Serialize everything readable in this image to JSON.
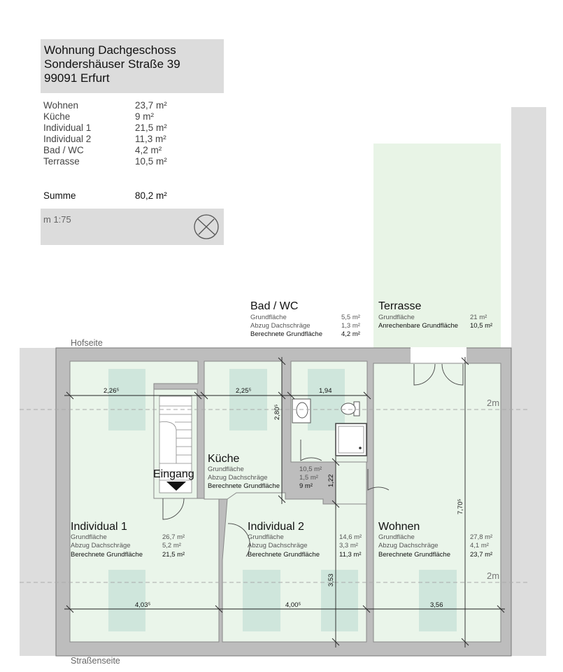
{
  "info": {
    "title_lines": [
      "Wohnung Dachgeschoss",
      "Sondershäuser Straße 39",
      "99091 Erfurt"
    ],
    "areas": [
      {
        "label": "Wohnen",
        "value": "23,7 m²"
      },
      {
        "label": "Küche",
        "value": "9 m²"
      },
      {
        "label": "Individual 1",
        "value": "21,5 m²"
      },
      {
        "label": "Individual 2",
        "value": "11,3 m²"
      },
      {
        "label": "Bad / WC",
        "value": "4,2 m²"
      },
      {
        "label": "Terrasse",
        "value": "10,5 m²"
      }
    ],
    "sum_label": "Summe",
    "sum_value": "80,2 m²",
    "scale": "m 1:75"
  },
  "labels": {
    "hofseite": "Hofseite",
    "strassenseite": "Straßenseite",
    "eingang": "Eingang",
    "grid_2m_top": "2m",
    "grid_2m_bottom": "2m"
  },
  "rooms": {
    "bad": {
      "name": "Bad / WC",
      "rows": [
        {
          "label": "Grundfläche",
          "value": "5,5 m²",
          "bold": false
        },
        {
          "label": "Abzug Dachschräge",
          "value": "1,3 m²",
          "bold": false
        },
        {
          "label": "Berechnete Grundfläche",
          "value": "4,2 m²",
          "bold": true
        }
      ]
    },
    "terrasse": {
      "name": "Terrasse",
      "rows": [
        {
          "label": "Grundfläche",
          "value": "21 m²",
          "bold": false
        },
        {
          "label": "Anrechenbare Grundfläche",
          "value": "10,5 m²",
          "bold": true
        }
      ]
    },
    "kueche": {
      "name": "Küche",
      "rows": [
        {
          "label": "Grundfläche",
          "value": "10,5 m²",
          "bold": false
        },
        {
          "label": "Abzug Dachschräge",
          "value": "1,5 m²",
          "bold": false
        },
        {
          "label": "Berechnete Grundfläche",
          "value": "9 m²",
          "bold": true
        }
      ]
    },
    "individual1": {
      "name": "Individual 1",
      "rows": [
        {
          "label": "Grundfläche",
          "value": "26,7 m²",
          "bold": false
        },
        {
          "label": "Abzug Dachschräge",
          "value": "5,2 m²",
          "bold": false
        },
        {
          "label": "Berechnete Grundfläche",
          "value": "21,5 m²",
          "bold": true
        }
      ]
    },
    "individual2": {
      "name": "Individual 2",
      "rows": [
        {
          "label": "Grundfläche",
          "value": "14,6 m²",
          "bold": false
        },
        {
          "label": "Abzug Dachschräge",
          "value": "3,3 m²",
          "bold": false
        },
        {
          "label": "Berechnete Grundfläche",
          "value": "11,3 m²",
          "bold": true
        }
      ]
    },
    "wohnen": {
      "name": "Wohnen",
      "rows": [
        {
          "label": "Grundfläche",
          "value": "27,8 m²",
          "bold": false
        },
        {
          "label": "Abzug Dachschräge",
          "value": "4,1 m²",
          "bold": false
        },
        {
          "label": "Berechnete Grundfläche",
          "value": "23,7 m²",
          "bold": true
        }
      ]
    }
  },
  "dimensions": {
    "ind1_top": "2,26⁵",
    "kueche_top": "2,25⁵",
    "bad_top": "1,94",
    "kueche_v": "2,80⁵",
    "flur_v": "1,22",
    "wohnen_v": "7,70⁵",
    "ind2_v": "3,53",
    "ind1_bottom": "4,03⁵",
    "ind2_bottom": "4,00⁵",
    "wohnen_bottom": "3,56"
  },
  "colors": {
    "floor": "#eaf5ea",
    "skylight": "#cfe6dc",
    "wall": "#bdbdbd",
    "terrace": "#e8f4e6",
    "info_bg": "#dcdcdc"
  }
}
